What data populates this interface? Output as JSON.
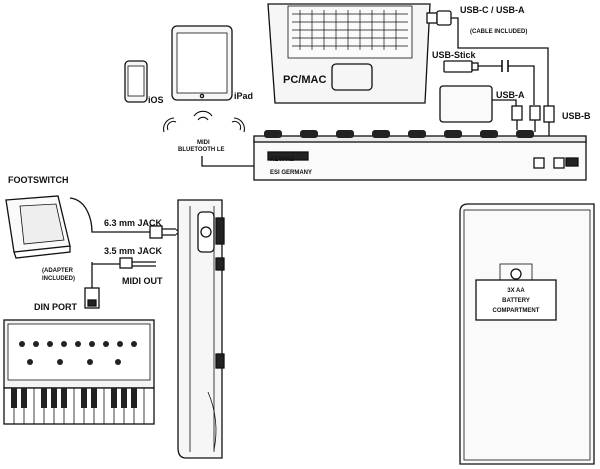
{
  "labels": {
    "usb_c_usb_a": "USB-C / USB-A",
    "cable_included": "(CABLE INCLUDED)",
    "usb_stick": "USB-Stick",
    "usb_a": "USB-A",
    "usb_b": "USB-B",
    "pc_mac": "PC/MAC",
    "ipad": "iPad",
    "ios": "iOS",
    "midi": "MIDI",
    "bluetooth_le": "BLUETOOTH LE",
    "footswitch": "FOOTSWITCH",
    "jack_63": "6.3 mm JACK",
    "jack_35": "3.5 mm JACK",
    "adapter_line1": "(ADAPTER",
    "adapter_line2": "INCLUDED)",
    "midi_out": "MIDI OUT",
    "din_port": "DIN PORT",
    "battery_line1": "3X AA",
    "battery_line2": "BATTERY",
    "battery_line3": "COMPARTMENT",
    "device_brand": "KEYPAD",
    "device_maker": "ESI GERMANY"
  },
  "colors": {
    "line": "#111111",
    "fill_light": "#f4f4f4",
    "fill_dark": "#222222",
    "accent": "#e0e0e0"
  },
  "icons": [
    "laptop-icon",
    "tablet-icon",
    "phone-icon",
    "bluetooth-wave-icon",
    "usb-stick-icon",
    "power-bank-icon",
    "usb-plug-icon",
    "footswitch-pedal-icon",
    "jack-plug-icon",
    "din-plug-icon",
    "synthesizer-icon",
    "controller-device-icon",
    "battery-compartment-icon"
  ]
}
